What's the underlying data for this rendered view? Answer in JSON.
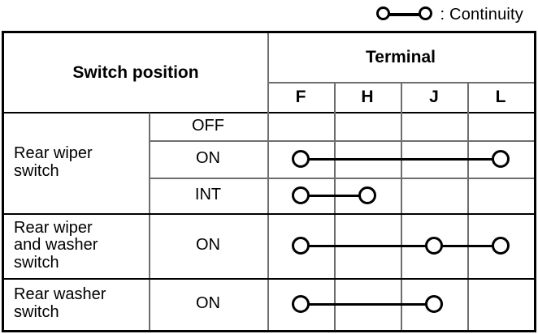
{
  "legend": {
    "symbol_name": "continuity-symbol",
    "label": ": Continuity"
  },
  "table": {
    "switch_position_header": "Switch position",
    "terminal_header": "Terminal",
    "terminal_columns": [
      "F",
      "H",
      "J",
      "L"
    ],
    "groups": [
      {
        "name": "Rear wiper\nswitch",
        "rows": [
          {
            "position": "OFF",
            "continuity": []
          },
          {
            "position": "ON",
            "continuity": [
              "F",
              "L"
            ]
          },
          {
            "position": "INT",
            "continuity": [
              "F",
              "H"
            ]
          }
        ]
      },
      {
        "name": "Rear wiper\nand washer\nswitch",
        "rows": [
          {
            "position": "ON",
            "continuity": [
              "F",
              "J",
              "L"
            ]
          }
        ]
      },
      {
        "name": "Rear washer\nswitch",
        "rows": [
          {
            "position": "ON",
            "continuity": [
              "F",
              "J"
            ]
          }
        ]
      }
    ]
  },
  "colors": {
    "border": "#000000",
    "grid": "#6e6e6e",
    "background": "#ffffff"
  }
}
